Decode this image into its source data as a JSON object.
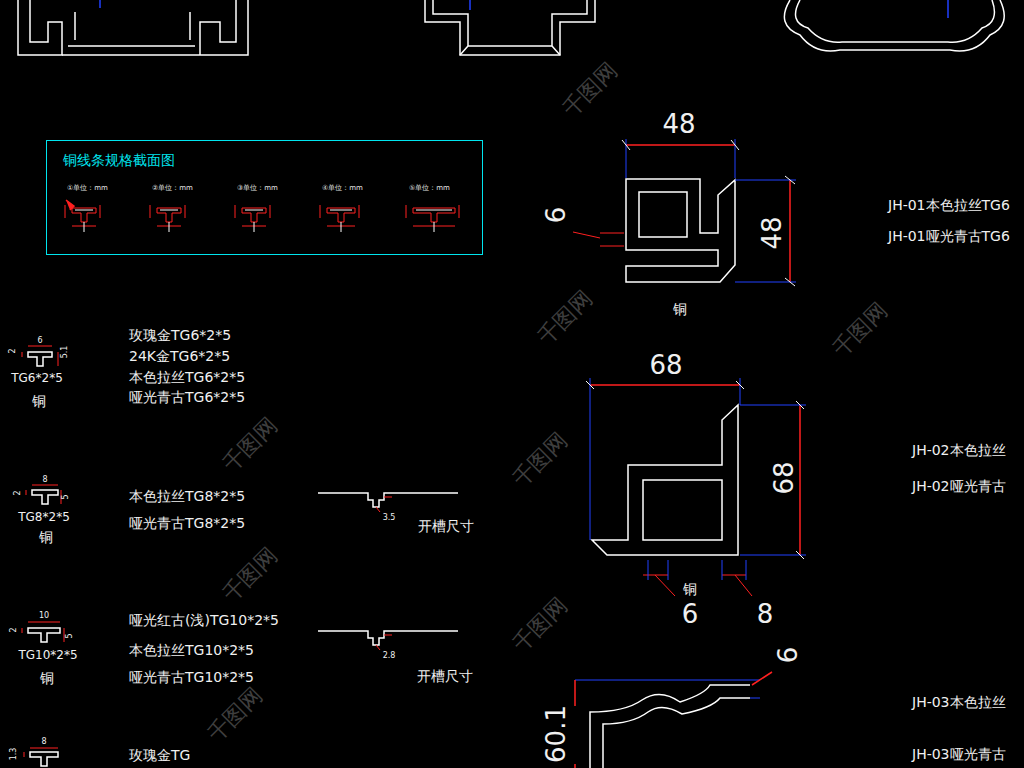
{
  "diagram": {
    "nodes": [
      {
        "text": [
          "铜线条规格截面图",
          "①单位：mm",
          "②单位：mm",
          "③单位：mm",
          "④单位：mm",
          "⑤单位：mm"
        ]
      }
    ],
    "labels": [
      "6",
      "2",
      "5.1",
      "TG6*2*5",
      "铜",
      "玫瑰金TG6*2*5",
      "24K金TG6*2*5",
      "本色拉丝TG6*2*5",
      "哑光青古TG6*2*5",
      "8",
      "2",
      "5",
      "TG8*2*5",
      "铜",
      "本色拉丝TG8*2*5",
      "哑光青古TG8*2*5",
      "3.5",
      "开槽尺寸",
      "10",
      "2",
      "5",
      "TG10*2*5",
      "铜",
      "哑光红古(浅)TG10*2*5",
      "本色拉丝TG10*2*5",
      "哑光青古TG10*2*5",
      "2.8",
      "开槽尺寸",
      "1.3",
      "8",
      "玫瑰金TG",
      "48",
      "6",
      "48",
      "铜",
      "JH-01本色拉丝TG6",
      "JH-01哑光青古TG6",
      "68",
      "68",
      "铜",
      "6",
      "8",
      "JH-02本色拉丝",
      "JH-02哑光青古",
      "6",
      "60.1",
      "JH-03本色拉丝",
      "JH-03哑光青古",
      "千图网",
      "千图网",
      "千图网",
      "千图网",
      "千图网",
      "千图网",
      "千图网",
      "千图网"
    ]
  }
}
